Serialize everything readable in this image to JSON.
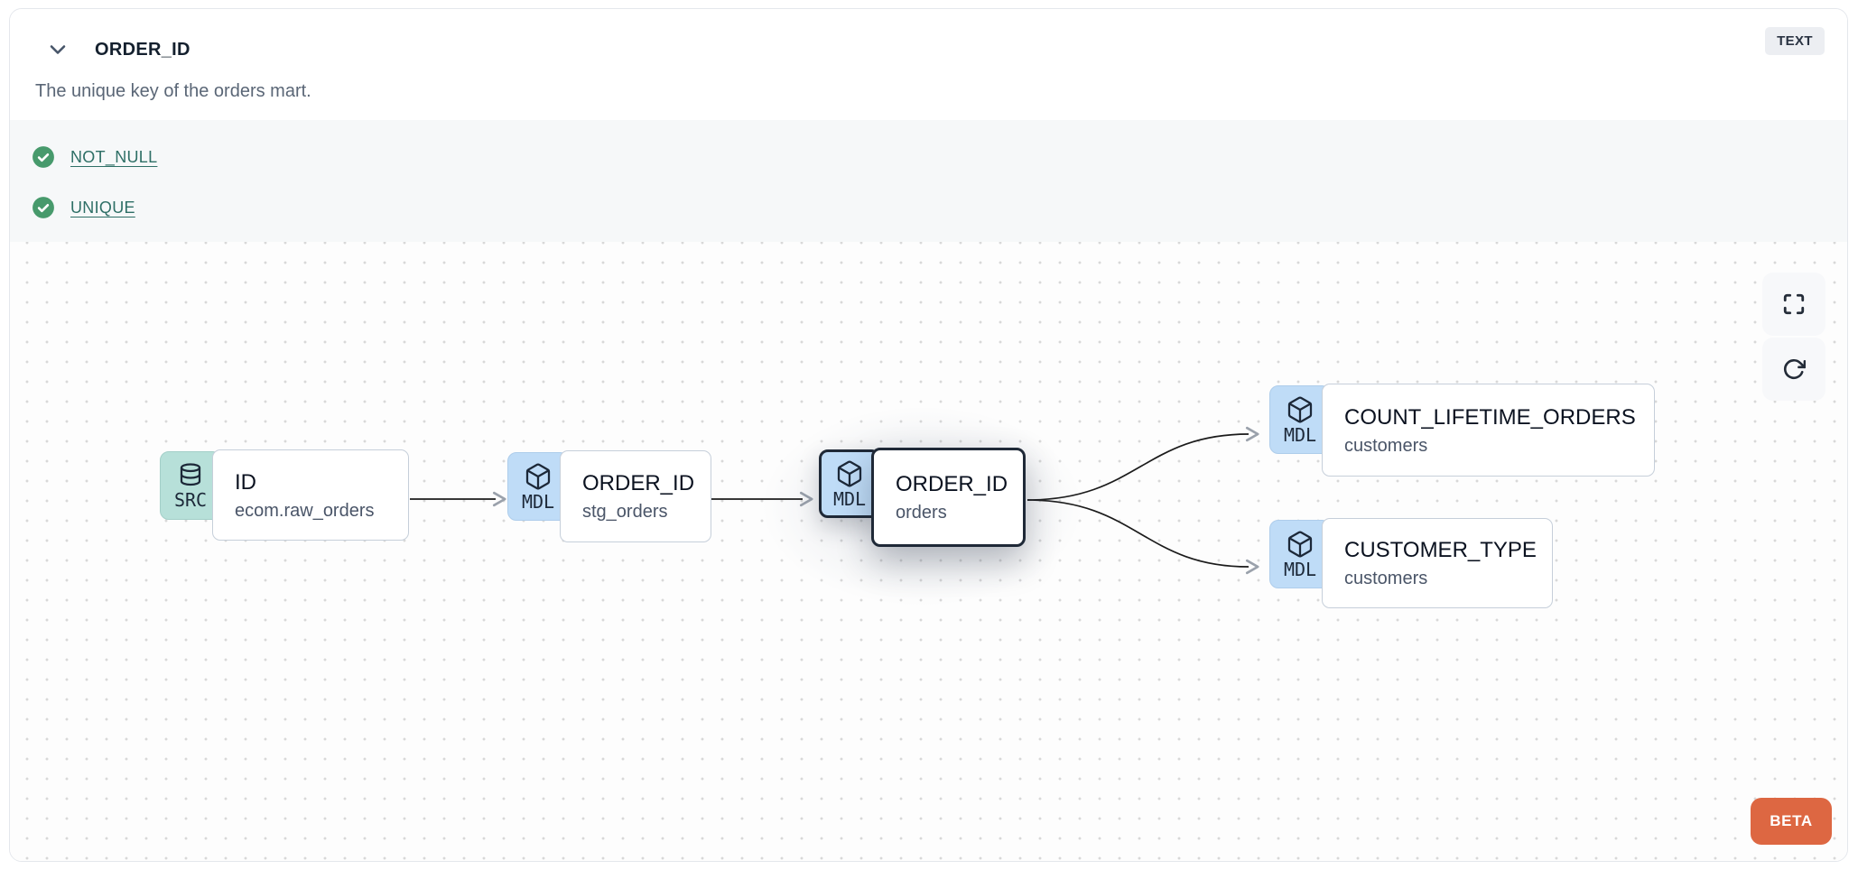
{
  "header": {
    "collapse_icon": "chevron-down-icon",
    "title": "ORDER_ID",
    "type_badge": "TEXT",
    "description": "The unique key of the orders mart."
  },
  "tests": [
    {
      "icon": "check-circle-icon",
      "status": "pass",
      "label": "NOT_NULL"
    },
    {
      "icon": "check-circle-icon",
      "status": "pass",
      "label": "UNIQUE"
    }
  ],
  "lineage": {
    "nodes": [
      {
        "id": "source",
        "type_label": "SRC",
        "icon": "database-icon",
        "title": "ID",
        "subtitle": "ecom.raw_orders",
        "selected": false
      },
      {
        "id": "stg_orders",
        "type_label": "MDL",
        "icon": "cube-icon",
        "title": "ORDER_ID",
        "subtitle": "stg_orders",
        "selected": false
      },
      {
        "id": "orders",
        "type_label": "MDL",
        "icon": "cube-icon",
        "title": "ORDER_ID",
        "subtitle": "orders",
        "selected": true
      },
      {
        "id": "count_lifetime_orders",
        "type_label": "MDL",
        "icon": "cube-icon",
        "title": "COUNT_LIFETIME_ORDERS",
        "subtitle": "customers",
        "selected": false
      },
      {
        "id": "customer_type",
        "type_label": "MDL",
        "icon": "cube-icon",
        "title": "CUSTOMER_TYPE",
        "subtitle": "customers",
        "selected": false
      }
    ],
    "edges": [
      {
        "from": "source",
        "to": "stg_orders"
      },
      {
        "from": "stg_orders",
        "to": "orders"
      },
      {
        "from": "orders",
        "to": "count_lifetime_orders"
      },
      {
        "from": "orders",
        "to": "customer_type"
      }
    ],
    "controls": [
      {
        "icon": "maximize-icon"
      },
      {
        "icon": "rotate-cw-icon"
      }
    ],
    "beta_label": "BETA"
  },
  "colors": {
    "beta_orange": "#dd6742",
    "pass_green": "#479a6c",
    "test_link_teal": "#2e6f66",
    "source_badge_teal": "#b7e0d9",
    "model_badge_blue": "#bfdcf7",
    "selected_border": "#1f2937"
  }
}
